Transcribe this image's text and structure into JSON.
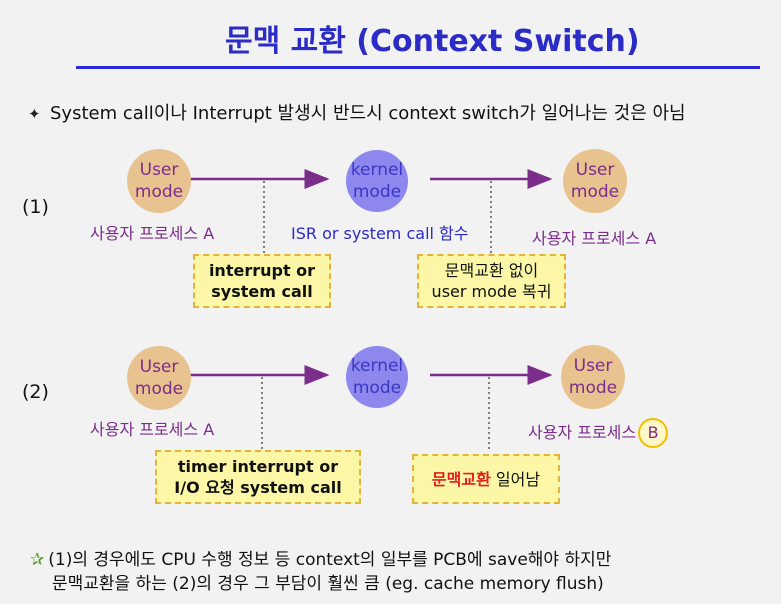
{
  "title": "문맥 교환 (Context Switch)",
  "bullet": {
    "marker": "✦",
    "text": "System call이나 Interrupt 발생시 반드시 context switch가 일어나는 것은 아님"
  },
  "case1": {
    "number": "(1)",
    "user_left": "User\nmode",
    "kernel": "kernel\nmode",
    "user_right": "User\nmode",
    "label_left": "사용자 프로세스 A",
    "label_mid": "ISR or system call 함수",
    "label_right": "사용자 프로세스 A",
    "box_left": [
      "interrupt or",
      "system call"
    ],
    "box_right": [
      "문맥교환 없이",
      "user mode 복귀"
    ]
  },
  "case2": {
    "number": "(2)",
    "user_left": "User\nmode",
    "kernel": "kernel\nmode",
    "user_right": "User\nmode",
    "label_left": "사용자 프로세스 A",
    "label_right_prefix": "사용자 프로세스",
    "label_right_badge": "B",
    "box_left": [
      "timer interrupt or",
      "I/O 요청 system call"
    ],
    "box_right_red": "문맥교환",
    "box_right_rest": " 일어남"
  },
  "note": {
    "marker": "✰",
    "line1": "(1)의 경우에도 CPU 수행 정보 등 context의 일부를 PCB에 save해야 하지만",
    "line2": "문맥교환을 하는 (2)의 경우 그 부담이 훨씬 큼 (eg. cache memory flush)"
  },
  "colors": {
    "title": "#2b2bc7",
    "user_circle": "#e8c38f",
    "kernel_circle": "#8d87ee",
    "arrow": "#7b2d8c",
    "box_fill": "#fbf7a6",
    "emphasis": "#e02020"
  }
}
